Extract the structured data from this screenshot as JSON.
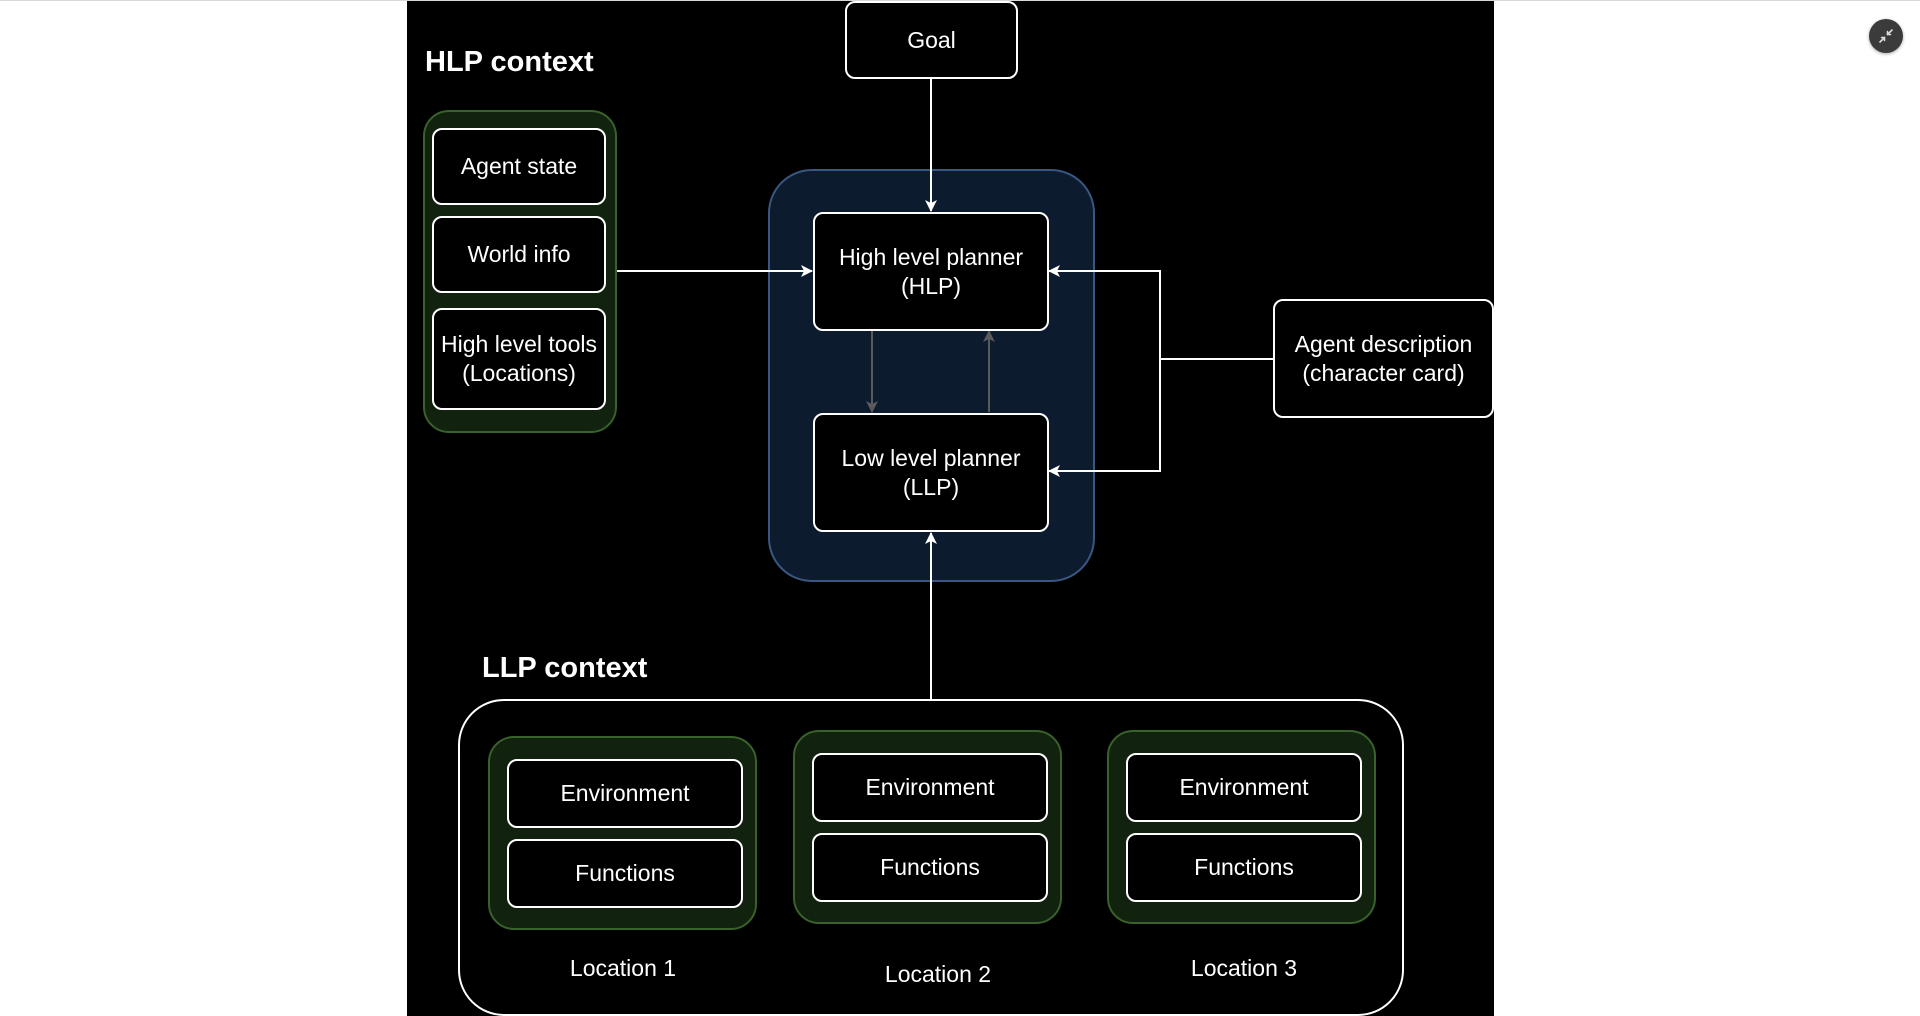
{
  "colors": {
    "background": "#000000",
    "box_border": "#ffffff",
    "context_group_fill": "#11220e",
    "context_group_border": "#38612c",
    "planner_group_fill": "#0d1b2e",
    "planner_group_border": "#3a5782",
    "inner_arrows": "#5a5a5a"
  },
  "exit_icon": "collapse-arrows-icon",
  "diagram": {
    "goal": "Goal",
    "hlp_context": {
      "title": "HLP context",
      "items": [
        "Agent state",
        "World info",
        "High level tools\n(Locations)"
      ]
    },
    "planners": {
      "hlp": "High level planner\n(HLP)",
      "llp": "Low level planner\n(LLP)"
    },
    "agent_description": "Agent description\n(character card)",
    "llp_context": {
      "title": "LLP context",
      "locations": [
        {
          "environment": "Environment",
          "functions": "Functions",
          "label": "Location 1"
        },
        {
          "environment": "Environment",
          "functions": "Functions",
          "label": "Location 2"
        },
        {
          "environment": "Environment",
          "functions": "Functions",
          "label": "Location 3"
        }
      ]
    }
  }
}
